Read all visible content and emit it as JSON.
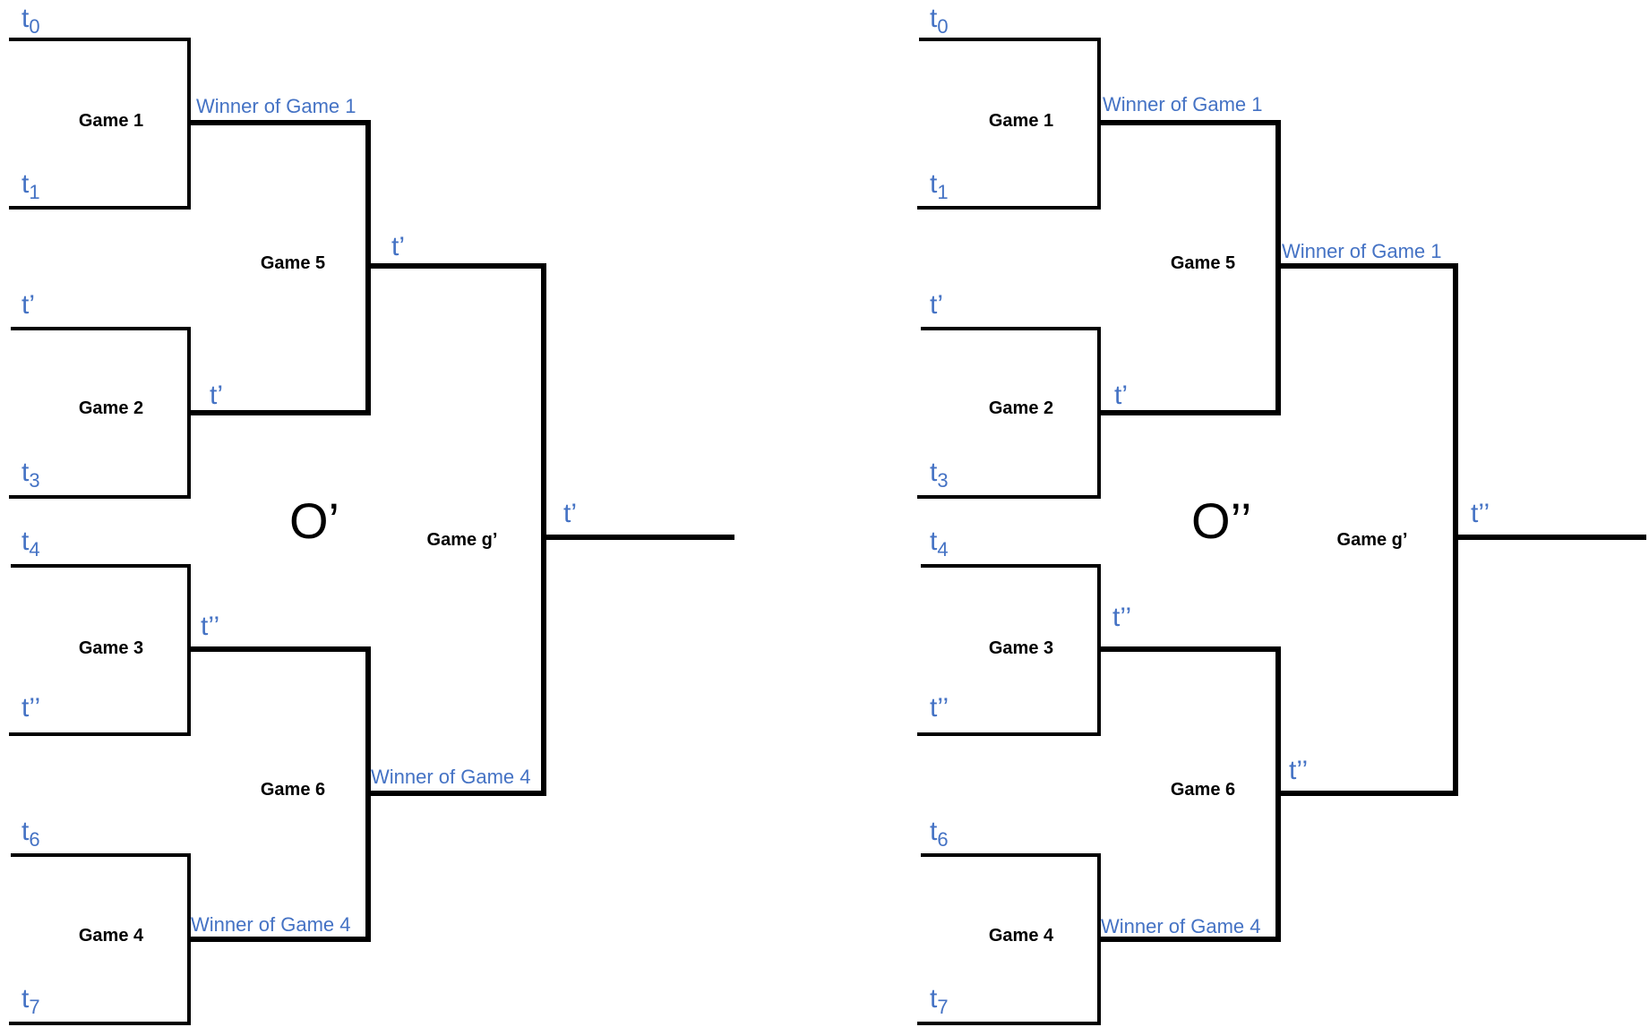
{
  "colors": {
    "line": "#000000",
    "label_blue": "#4472c4"
  },
  "left": {
    "outcome": "O’",
    "seeds": [
      {
        "base": "t",
        "sub": "0"
      },
      {
        "base": "t",
        "sub": "1"
      },
      {
        "base": "t’",
        "sub": ""
      },
      {
        "base": "t",
        "sub": "3"
      },
      {
        "base": "t",
        "sub": "4"
      },
      {
        "base": "t’’",
        "sub": ""
      },
      {
        "base": "t",
        "sub": "6"
      },
      {
        "base": "t",
        "sub": "7"
      }
    ],
    "games": [
      "Game 1",
      "Game 2",
      "Game 3",
      "Game 4",
      "Game 5",
      "Game 6",
      "Game g’"
    ],
    "round1_winners": [
      "Winner of Game 1",
      "t’",
      "t’’",
      "Winner of Game 4"
    ],
    "round2_winners": [
      "t’",
      "Winner of Game 4"
    ],
    "champion": "t’"
  },
  "right": {
    "outcome": "O’’",
    "seeds": [
      {
        "base": "t",
        "sub": "0"
      },
      {
        "base": "t",
        "sub": "1"
      },
      {
        "base": "t’",
        "sub": ""
      },
      {
        "base": "t",
        "sub": "3"
      },
      {
        "base": "t",
        "sub": "4"
      },
      {
        "base": "t’’",
        "sub": ""
      },
      {
        "base": "t",
        "sub": "6"
      },
      {
        "base": "t",
        "sub": "7"
      }
    ],
    "games": [
      "Game 1",
      "Game 2",
      "Game 3",
      "Game 4",
      "Game 5",
      "Game 6",
      "Game g’"
    ],
    "round1_winners": [
      "Winner of Game 1",
      "t’",
      "t’’",
      "Winner of Game 4"
    ],
    "round2_winners": [
      "Winner of Game 1",
      "t’’"
    ],
    "champion": "t’’"
  }
}
